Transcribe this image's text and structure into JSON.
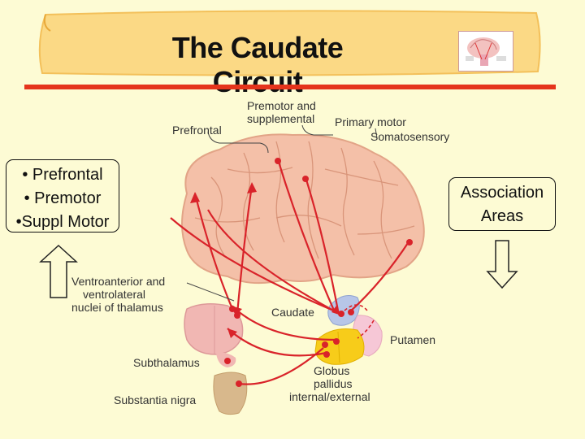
{
  "title": "The Caudate Circuit",
  "left_box": {
    "lines": [
      "• Prefrontal",
      "• Premotor",
      "•Suppl Motor"
    ]
  },
  "right_box": {
    "lines": [
      "Association",
      "Areas"
    ]
  },
  "labels": {
    "premotor": [
      "Premotor and",
      "supplemental"
    ],
    "primary_motor": "Primary motor",
    "somatosensory": "Somatosensory",
    "prefrontal": "Prefrontal",
    "thalamus": [
      "Ventroanterior and",
      "ventrolateral",
      "nuclei of thalamus"
    ],
    "caudate": "Caudate",
    "putamen": "Putamen",
    "subthalamus": "Subthalamus",
    "substantia_nigra": "Substantia nigra",
    "globus": [
      "Globus",
      "pallidus",
      "internal/external"
    ]
  },
  "colors": {
    "background": "#fdfbd4",
    "banner": "#fbd985",
    "rule": "#e5341b",
    "brain": "#f4c0a8",
    "pathway": "#d9232a",
    "caudate": "#b7c6e8",
    "putamen": "#f6c7d6",
    "globus": "#f7cc1a",
    "substantia_nigra": "#d8b88c"
  }
}
